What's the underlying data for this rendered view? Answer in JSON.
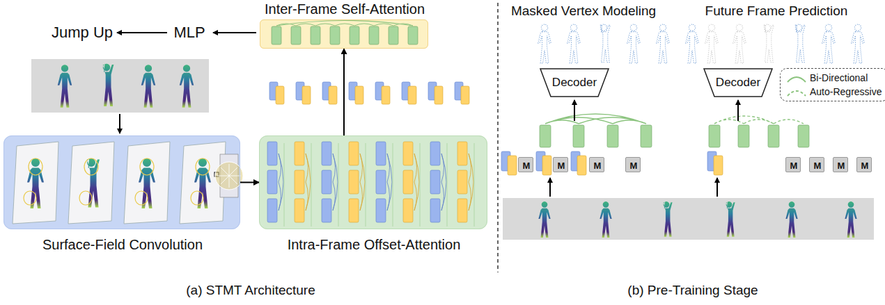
{
  "diagram": {
    "nodes": [
      {
        "text": [
          "Inter-Frame Self-Attention"
        ]
      },
      {
        "text": [
          "Surface-Field Convolution"
        ]
      },
      {
        "text": [
          "Intra-Frame Offset-Attention"
        ]
      },
      {
        "text": [
          "Decoder"
        ]
      },
      {
        "text": [
          "Decoder"
        ]
      },
      {
        "text": [
          "M"
        ]
      },
      {
        "text": [
          "M"
        ]
      },
      {
        "text": [
          "M"
        ]
      },
      {
        "text": [
          "M"
        ]
      },
      {
        "text": [
          "M"
        ]
      },
      {
        "text": [
          "M"
        ]
      },
      {
        "text": [
          "M"
        ]
      },
      {
        "text": [
          "M"
        ]
      }
    ],
    "edges": [
      {
        "from": 1,
        "to": 2,
        "arrow": "to"
      },
      {
        "from": 2,
        "to": 0,
        "arrow": "to"
      }
    ],
    "labels": [
      "Jump Up",
      "MLP",
      "Masked Vertex Modeling",
      "Future Frame Prediction",
      "(a) STMT Architecture",
      "(b) Pre-Training Stage"
    ],
    "legend": [
      {
        "text": "Bi-Directional"
      },
      {
        "text": "Auto-Regressive"
      }
    ]
  }
}
